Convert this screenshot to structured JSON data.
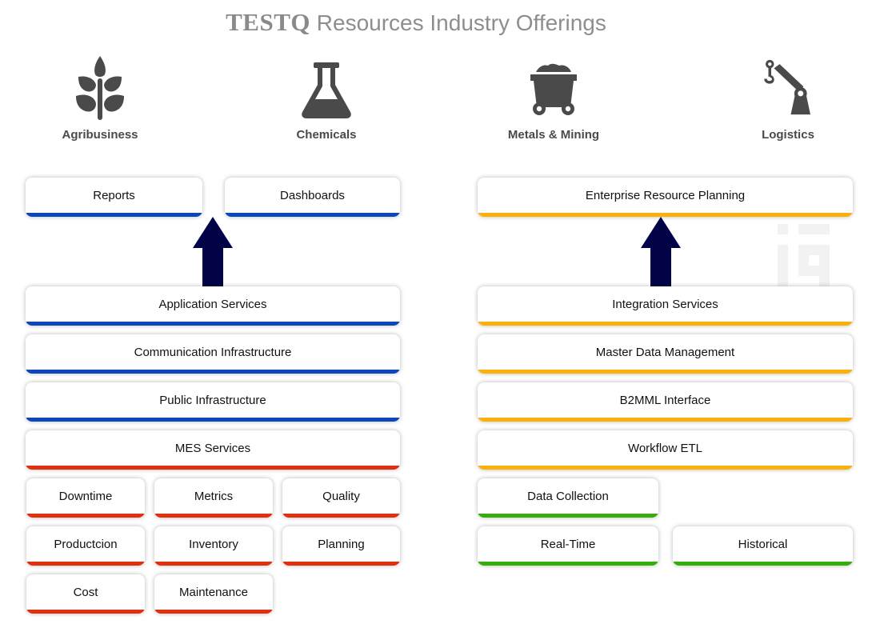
{
  "header": {
    "brand": "TESTQ",
    "title": "Resources Industry Offerings"
  },
  "colors": {
    "icon": "#4a4a4a",
    "arrow": "#020248",
    "blue": "#0b47b8",
    "red": "#e0300f",
    "yellow": "#fbb10a",
    "green": "#36ad0c",
    "watermark": "#f2f2f2"
  },
  "industries": [
    {
      "label": "Agribusiness",
      "icon": "wheat-plant-icon"
    },
    {
      "label": "Chemicals",
      "icon": "flask-icon"
    },
    {
      "label": "Metals & Mining",
      "icon": "mine-cart-icon"
    },
    {
      "label": "Logistics",
      "icon": "crane-icon"
    }
  ],
  "left_stack": {
    "outputs": [
      "Reports",
      "Dashboards"
    ],
    "layers": [
      "Application Services",
      "Communication Infrastructure",
      "Public Infrastructure"
    ],
    "mes": {
      "title": "MES Services",
      "modules": [
        "Downtime",
        "Metrics",
        "Quality",
        "Productcion",
        "Inventory",
        "Planning",
        "Cost",
        "Maintenance"
      ]
    }
  },
  "right_stack": {
    "output": "Enterprise Resource Planning",
    "layers": [
      "Integration Services",
      "Master Data Management",
      "B2MML Interface",
      "Workflow ETL"
    ],
    "data": {
      "title": "Data Collection",
      "modules": [
        "Real-Time",
        "Historical"
      ]
    }
  },
  "watermark": "iq-logo"
}
